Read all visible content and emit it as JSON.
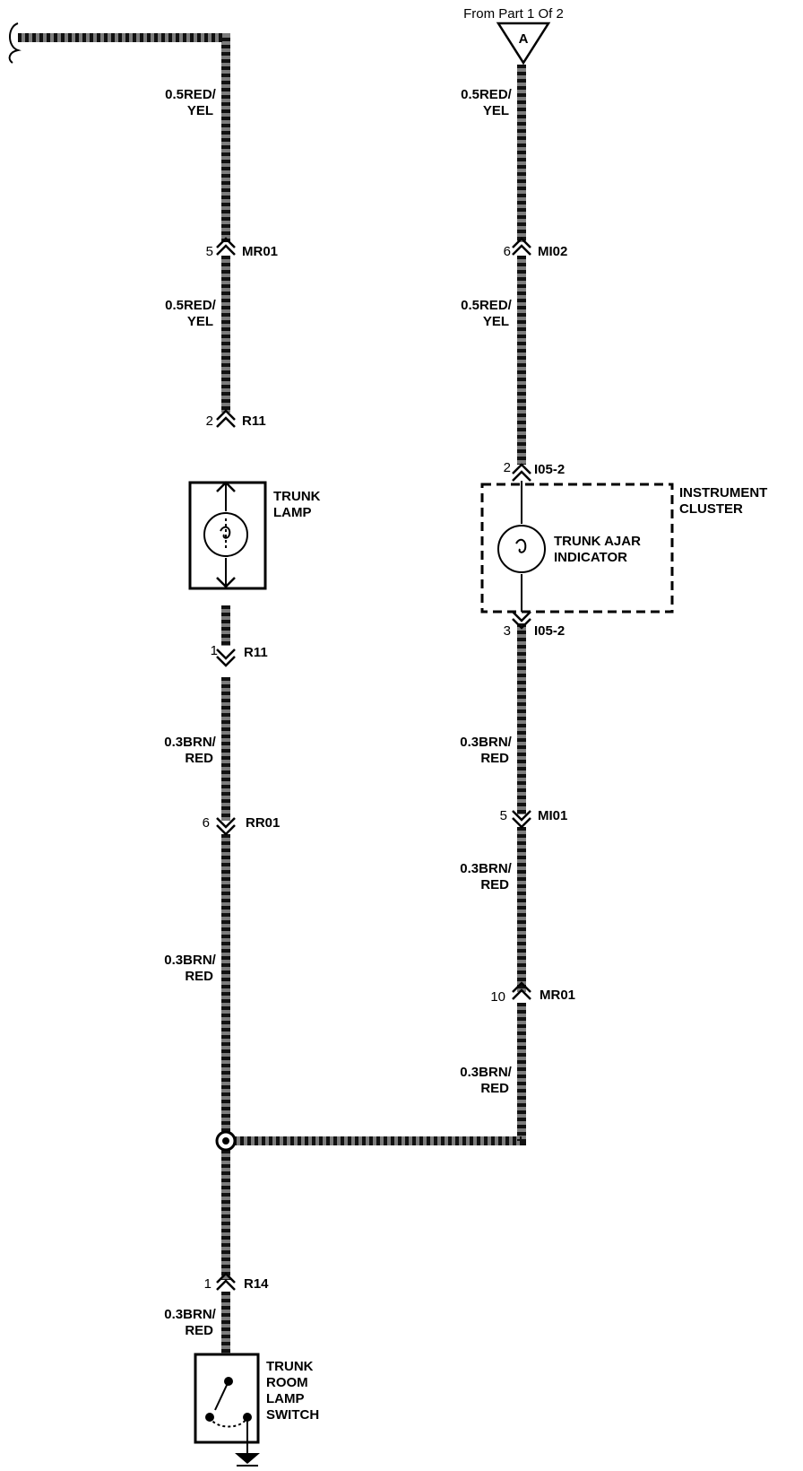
{
  "reference": {
    "from_text": "From Part 1 Of 2",
    "connector_letter": "A"
  },
  "left_branch": {
    "wire_upper_1": "0.5RED/\nYEL",
    "conn_mr01": {
      "pin": "5",
      "name": "MR01"
    },
    "wire_upper_2": "0.5RED/\nYEL",
    "conn_r11_top": {
      "pin": "2",
      "name": "R11"
    },
    "trunk_lamp": "TRUNK\nLAMP",
    "conn_r11_bot": {
      "pin": "1",
      "name": "R11"
    },
    "wire_lower_1": "0.3BRN/\nRED",
    "conn_rr01": {
      "pin": "6",
      "name": "RR01"
    },
    "wire_lower_2": "0.3BRN/\nRED",
    "conn_r14": {
      "pin": "1",
      "name": "R14"
    },
    "wire_lower_3": "0.3BRN/\nRED",
    "switch": "TRUNK\nROOM\nLAMP\nSWITCH"
  },
  "right_branch": {
    "wire_1": "0.5RED/\nYEL",
    "conn_mi02": {
      "pin": "6",
      "name": "MI02"
    },
    "wire_2": "0.5RED/\nYEL",
    "conn_i05_top": {
      "pin": "2",
      "name": "I05-2"
    },
    "cluster": "INSTRUMENT\nCLUSTER",
    "indicator": "TRUNK AJAR\nINDICATOR",
    "conn_i05_bot": {
      "pin": "3",
      "name": "I05-2"
    },
    "wire_3": "0.3BRN/\nRED",
    "conn_mi01": {
      "pin": "5",
      "name": "MI01"
    },
    "wire_4": "0.3BRN/\nRED",
    "conn_mr01": {
      "pin": "10",
      "name": "MR01"
    },
    "wire_5": "0.3BRN/\nRED"
  }
}
